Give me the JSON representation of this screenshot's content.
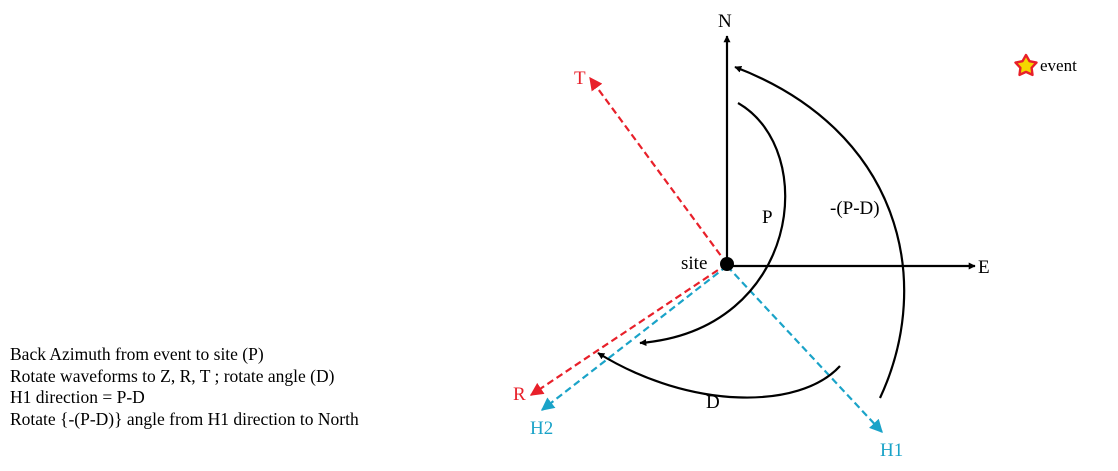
{
  "labels": {
    "north": "N",
    "east": "E",
    "site": "site",
    "t_axis": "T",
    "r_axis": "R",
    "h1_axis": "H1",
    "h2_axis": "H2",
    "angle_p": "P",
    "angle_d": "D",
    "angle_neg_pd": "-(P-D)"
  },
  "legend": {
    "event_label": "event",
    "event_icon": "star-icon"
  },
  "caption": [
    "Back Azimuth from event to site (P)",
    "Rotate waveforms to Z, R, T ; rotate angle (D)",
    "H1 direction = P-D",
    "Rotate {-(P-D)} angle from H1 direction to North"
  ],
  "colors": {
    "axes": "#000000",
    "radial_transverse": "#e8202a",
    "horizontal_components": "#1aa3c8",
    "star_fill": "#f5d800",
    "star_stroke": "#e8202a"
  }
}
